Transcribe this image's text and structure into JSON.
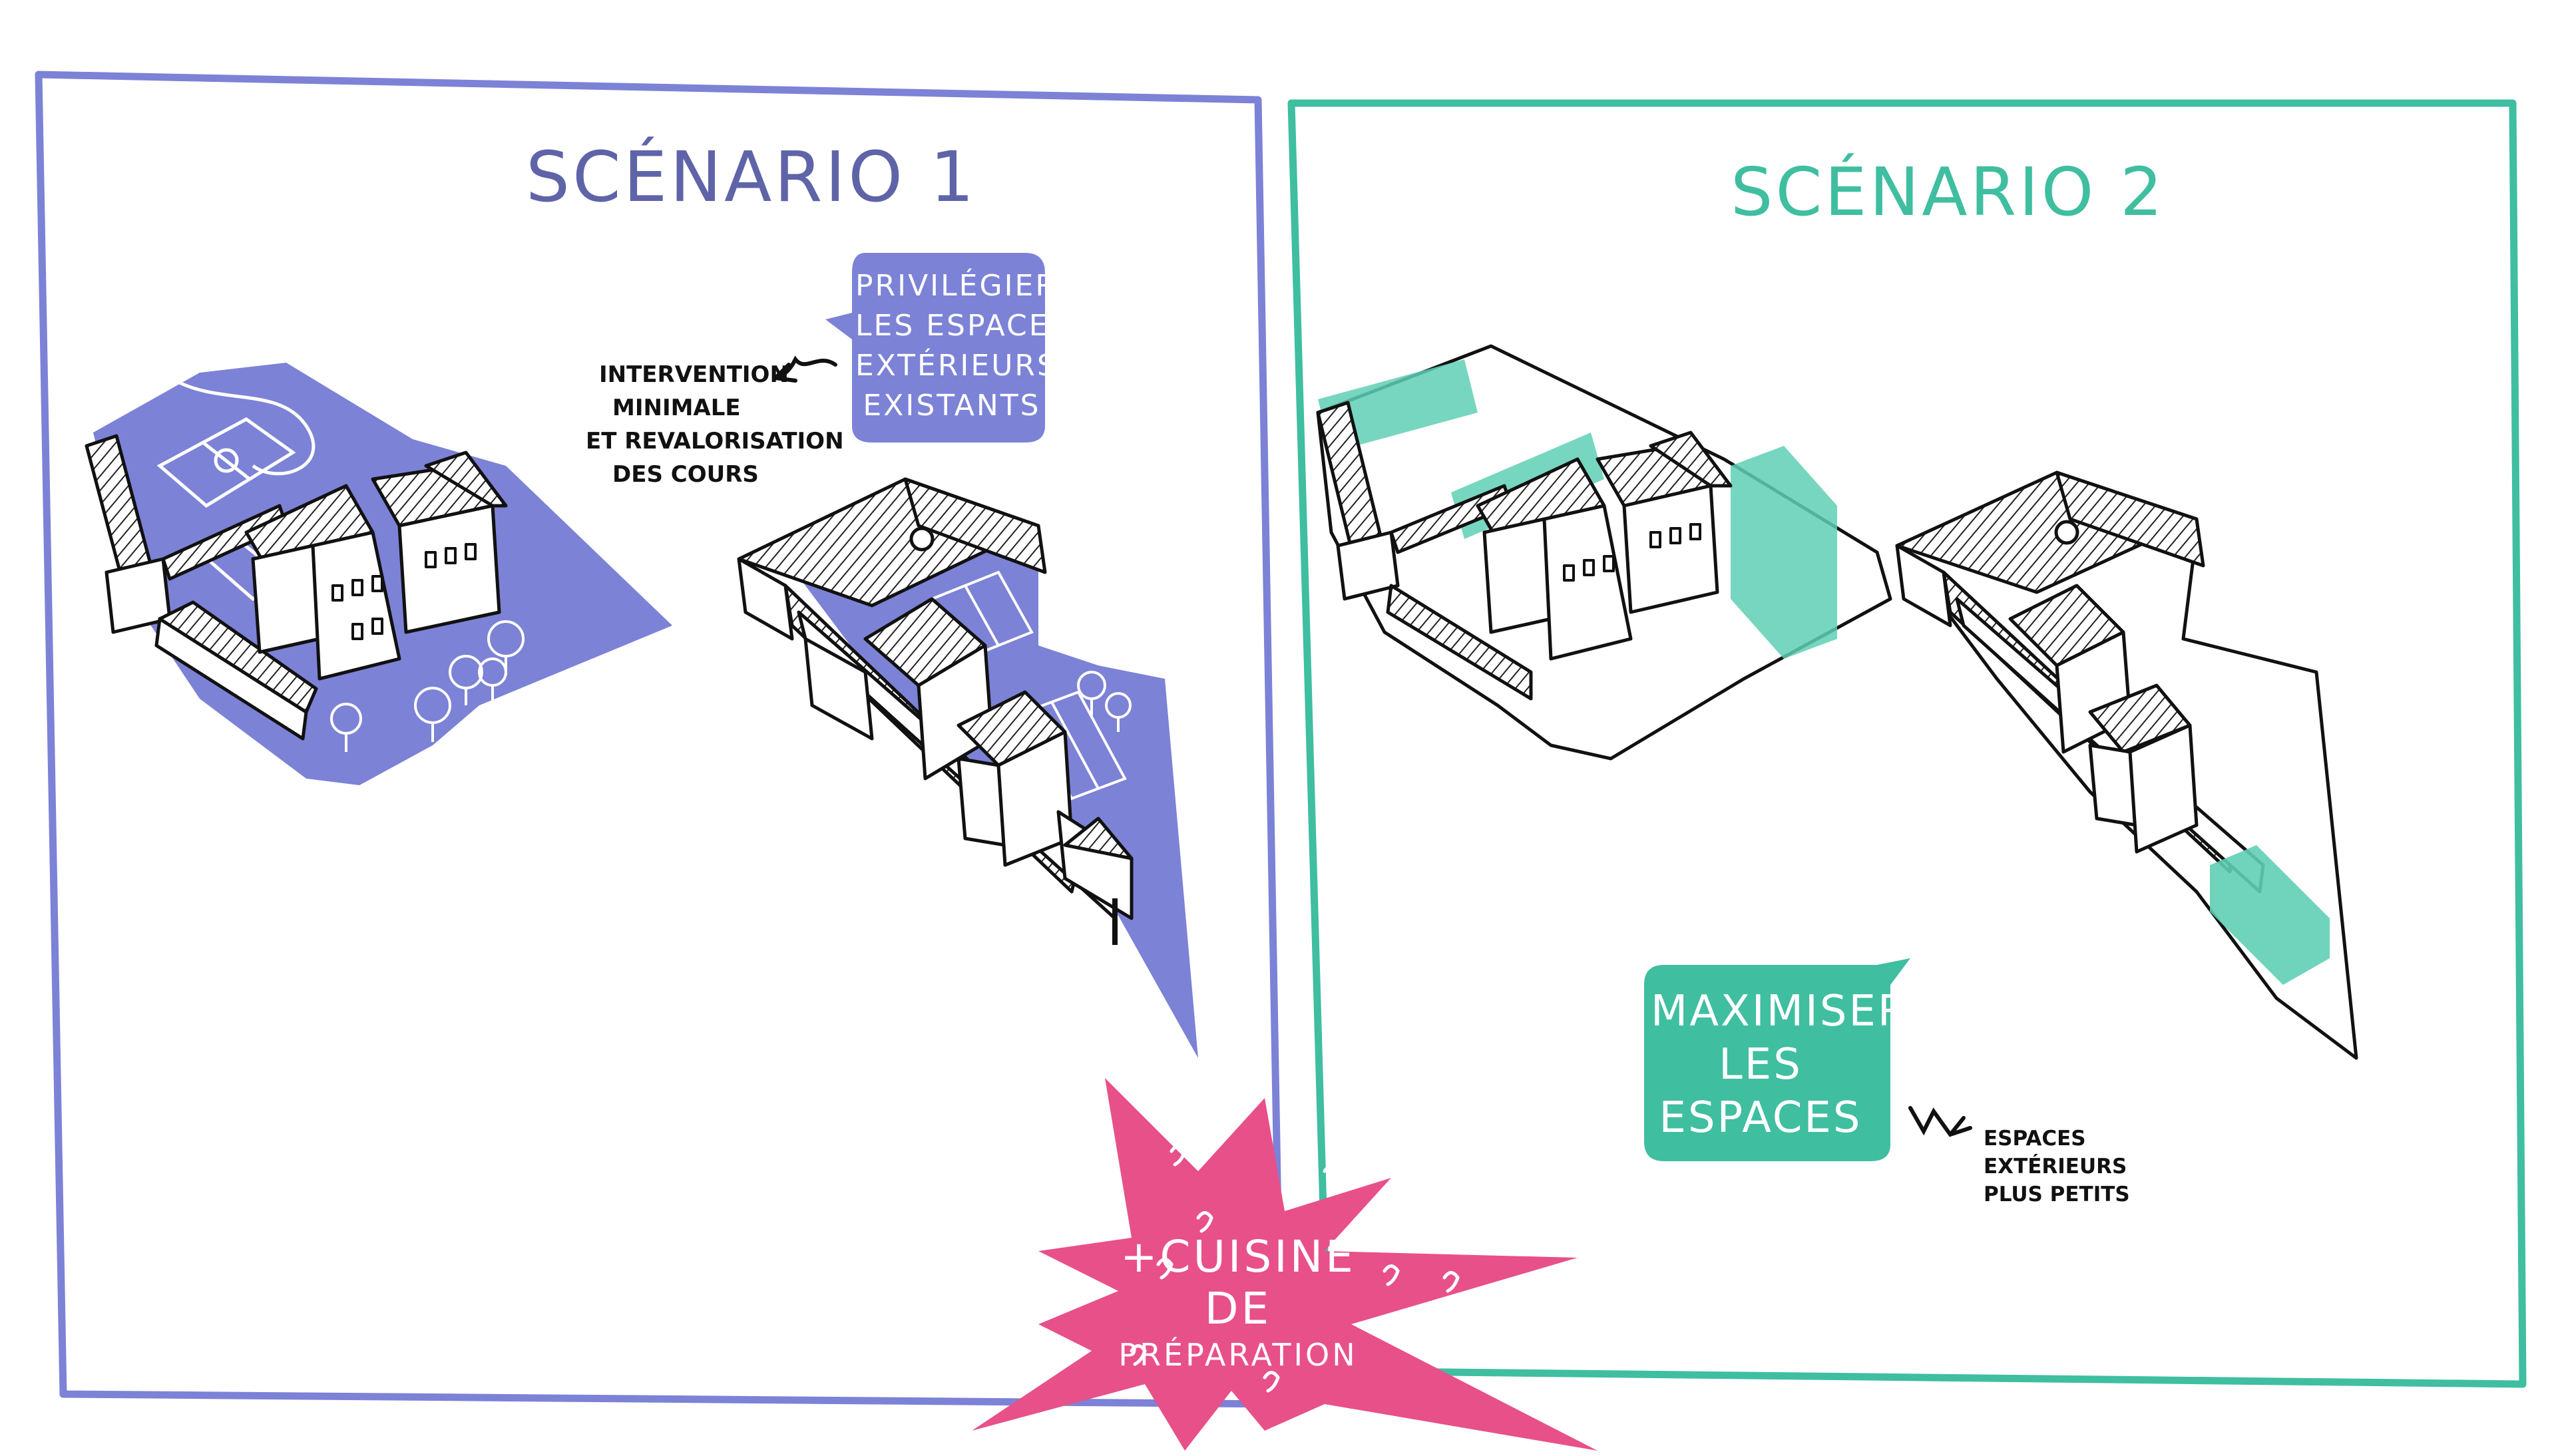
{
  "scenario1": {
    "title": "SCÉNARIO 1",
    "bubble_lines": [
      "PRIVILÉGIER",
      "LES ESPACES",
      "EXTÉRIEURS",
      "EXISTANTS"
    ],
    "note_lines": [
      "INTERVENTION",
      "MINIMALE",
      "ET REVALORISATION",
      "DES COURS"
    ]
  },
  "scenario2": {
    "title": "SCÉNARIO 2",
    "bubble_lines": [
      "MAXIMISER",
      "LES",
      "ESPACES"
    ],
    "note_lines": [
      "ESPACES",
      "EXTÉRIEURS",
      "PLUS PETITS"
    ]
  },
  "burst": {
    "lines": [
      "+CUISINE",
      "DE",
      "PRÉPARATION"
    ]
  },
  "colors": {
    "scenario1": "#7c82d6",
    "scenario1_title": "#5f64a8",
    "scenario2": "#3fbea0",
    "burst": "#e8508a",
    "ink": "#111111"
  }
}
